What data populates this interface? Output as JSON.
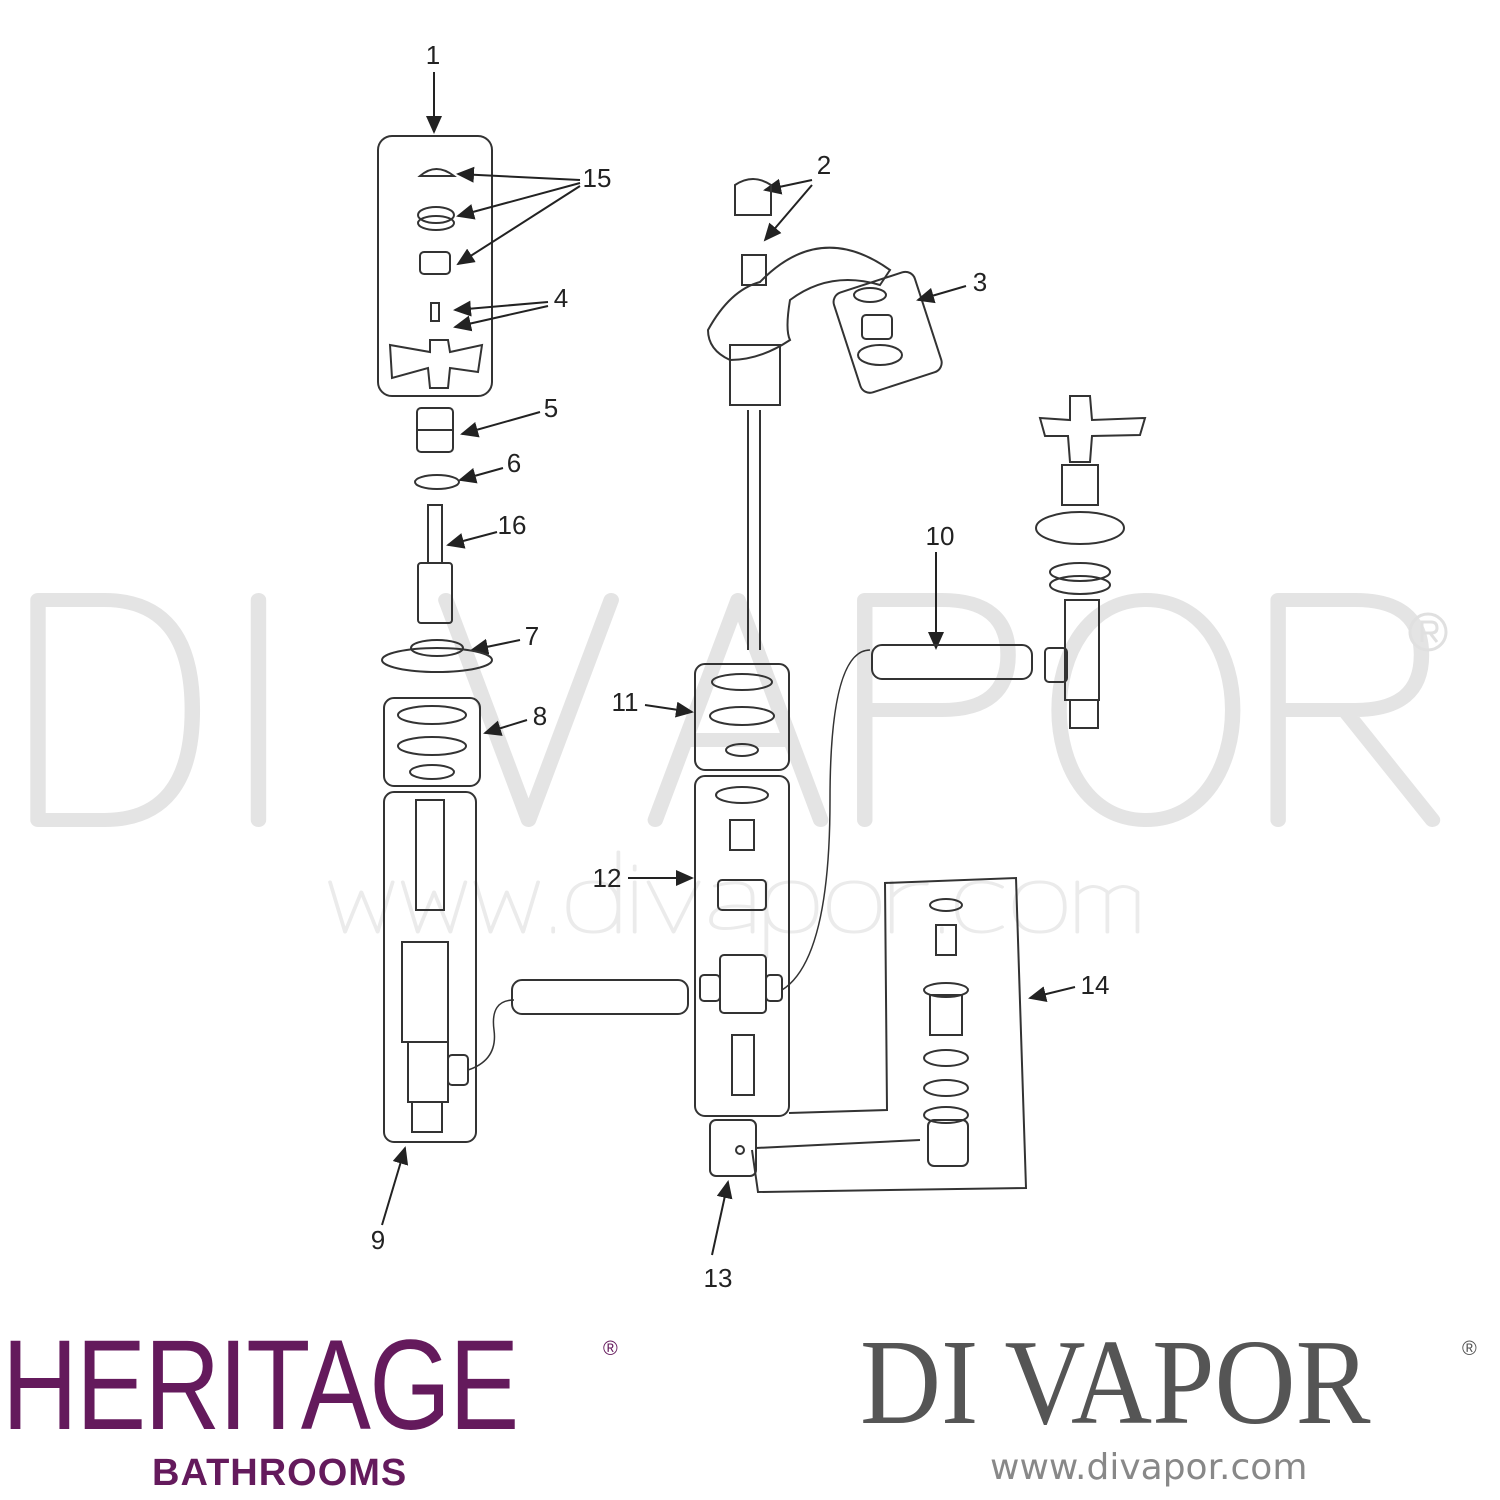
{
  "watermark": {
    "text": "DI VAPOR",
    "registered": "®",
    "url": "www.divapor.com"
  },
  "callouts": {
    "c1": "1",
    "c2": "2",
    "c3": "3",
    "c4": "4",
    "c5": "5",
    "c6": "6",
    "c7": "7",
    "c8": "8",
    "c9": "9",
    "c10": "10",
    "c11": "11",
    "c12": "12",
    "c13": "13",
    "c14": "14",
    "c15": "15",
    "c16": "16"
  },
  "brand_left": {
    "name": "HERITAGE",
    "registered": "®",
    "sub": "BATHROOMS",
    "color": "#641a5c"
  },
  "brand_right": {
    "name": "DI VAPOR",
    "registered": "®",
    "url": "www.divapor.com",
    "color": "#555555"
  }
}
